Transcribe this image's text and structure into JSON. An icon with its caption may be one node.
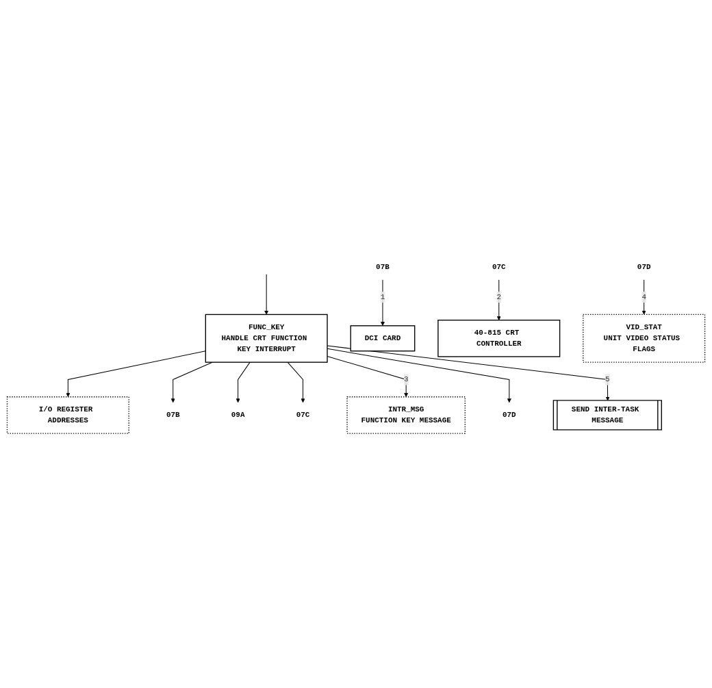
{
  "diagram": {
    "nodes": [
      {
        "text": [
          "FUNC_KEY",
          "HANDLE CRT FUNCTION KEY INTERRUPT"
        ]
      },
      {
        "text": [
          "07B"
        ]
      },
      {
        "text": [
          "09A"
        ]
      },
      {
        "text": [
          "07C"
        ]
      },
      {
        "text": [
          "07D"
        ]
      },
      {
        "text": [
          "I/O REGISTER ADDRESSES"
        ]
      },
      {
        "text": [
          "INTR_MSG",
          "FUNCTION KEY MESSAGE"
        ]
      },
      {
        "text": [
          "SEND INTER-TASK MESSAGE"
        ]
      },
      {
        "text": [
          "07B"
        ]
      },
      {
        "text": [
          "07C"
        ]
      },
      {
        "text": [
          "07D"
        ]
      },
      {
        "text": [
          "DCI CARD"
        ]
      },
      {
        "text": [
          "40-815 CRT CONTROLLER"
        ]
      },
      {
        "text": [
          "VID_STAT",
          "UNIT VIDEO STATUS FLAGS"
        ]
      }
    ],
    "edges": [
      {
        "from": null,
        "to": 0,
        "arrow": "to"
      },
      {
        "from": 0,
        "to": 5,
        "arrow": "to"
      },
      {
        "from": 0,
        "to": 1,
        "arrow": "to"
      },
      {
        "from": 0,
        "to": 2,
        "arrow": "to"
      },
      {
        "from": 0,
        "to": 3,
        "arrow": "to"
      },
      {
        "from": 0,
        "to": 6,
        "arrow": "to",
        "label": "3"
      },
      {
        "from": 0,
        "to": 4,
        "arrow": "to"
      },
      {
        "from": 0,
        "to": 7,
        "arrow": "to",
        "label": "5"
      },
      {
        "from": 8,
        "to": 11,
        "arrow": "to",
        "label": "1"
      },
      {
        "from": 9,
        "to": 12,
        "arrow": "to",
        "label": "2"
      },
      {
        "from": 10,
        "to": 13,
        "arrow": "to",
        "label": "4"
      }
    ]
  }
}
